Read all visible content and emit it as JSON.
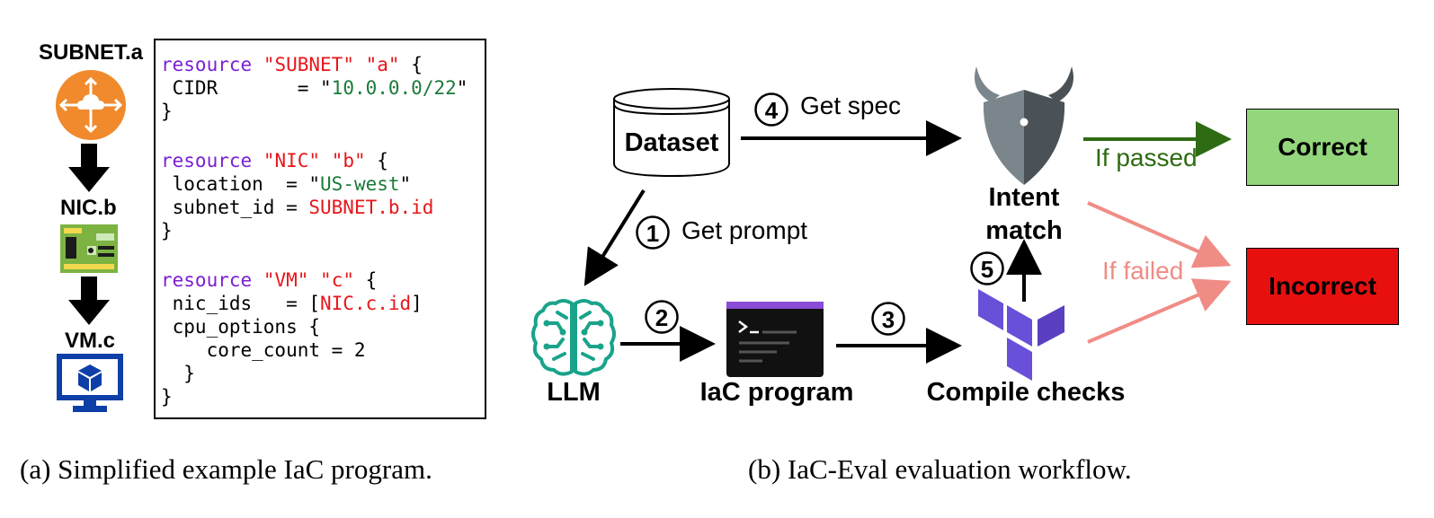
{
  "left_panel": {
    "resources": [
      {
        "label": "SUBNET.a",
        "icon": "router-icon",
        "color": "#f08a2c"
      },
      {
        "label": "NIC.b",
        "icon": "network-card-icon",
        "color": "#7cb342"
      },
      {
        "label": "VM.c",
        "icon": "virtual-machine-icon",
        "color": "#0d3fa6"
      }
    ],
    "code": {
      "b1_kw": "resource",
      "b1_type": "\"SUBNET\"",
      "b1_name": "\"a\"",
      "open": " {",
      "b1_key": " CIDR       = ",
      "b1_val_q1": "\"",
      "b1_val": "10.0.0.0/22",
      "b1_val_q2": "\"",
      "close": "}",
      "b2_kw": "resource",
      "b2_type": "\"NIC\"",
      "b2_name": "\"b\"",
      "b2_key1": " location  = ",
      "b2_val1": "US-west",
      "b2_key2": " subnet_id = ",
      "b2_ref2": "SUBNET.b.id",
      "b3_kw": "resource",
      "b3_type": "\"VM\"",
      "b3_name": "\"c\"",
      "b3_key1": " nic_ids   = [",
      "b3_ref1": "NIC.c.id",
      "b3_key1_end": "]",
      "b3_line2": " cpu_options {",
      "b3_line3": "    core_count = 2",
      "b3_line4": "  }"
    },
    "caption": "(a) Simplified example IaC program."
  },
  "right_panel": {
    "nodes": {
      "dataset": "Dataset",
      "llm": "LLM",
      "iac_program": "IaC program",
      "compile_checks": "Compile checks",
      "intent_match_line1": "Intent",
      "intent_match_line2": "match"
    },
    "steps": {
      "s1_num": "1",
      "s1_label": "Get prompt",
      "s2_num": "2",
      "s3_num": "3",
      "s4_num": "4",
      "s4_label": "Get spec",
      "s5_num": "5"
    },
    "outcomes": {
      "passed_label": "If passed",
      "failed_label": "If failed",
      "correct": "Correct",
      "incorrect": "Incorrect"
    },
    "colors": {
      "passed": "#2e6b12",
      "failed": "#f08c86",
      "correct_fill": "#93d67c",
      "incorrect_fill": "#e8100f",
      "llm": "#1aa38b",
      "terraform": "#6a4fd8",
      "opa_dark": "#4a5258",
      "opa_light": "#7a868c"
    },
    "caption": "(b) IaC-Eval evaluation workflow."
  }
}
